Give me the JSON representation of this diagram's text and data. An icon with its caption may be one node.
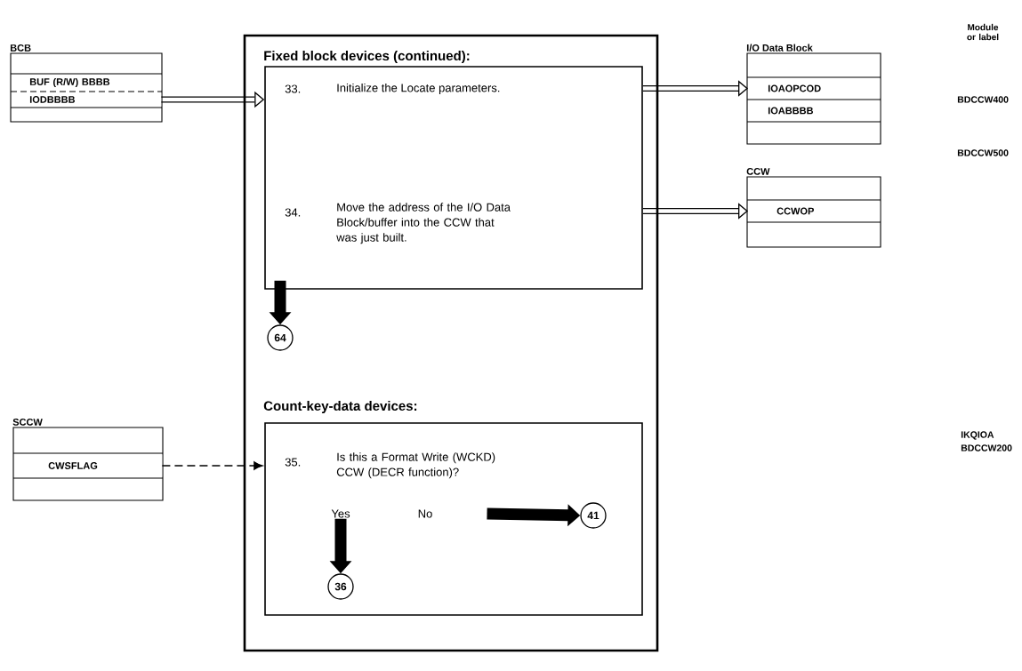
{
  "diagram": {
    "nodes": [
      {
        "text": [
          "BCB"
        ]
      },
      {
        "text": [
          "BUF (R/W) BBBB"
        ],
        "in": 0
      },
      {
        "text": [
          "IODBBBB"
        ],
        "in": 0
      },
      {
        "text": [],
        "shape": "box"
      },
      {
        "text": [
          "Fixed block devices (continued):",
          "33.",
          "Initialize the Locate parameters.",
          "34.",
          "Move the address of the I/O Data Block/buffer into the CCW that was just built."
        ],
        "in": 3
      },
      {
        "text": [
          "64"
        ],
        "in": 3
      },
      {
        "text": [
          "Count-key-data devices:",
          "35.",
          "Is this a Format Write (WCKD) CCW (DECR function)?"
        ],
        "in": 3
      },
      {
        "text": [
          "Yes"
        ],
        "in": 6
      },
      {
        "text": [
          "No"
        ],
        "in": 6
      },
      {
        "text": [
          "41"
        ],
        "in": 6
      },
      {
        "text": [
          "36"
        ],
        "in": 6
      },
      {
        "text": [
          "I/O Data Block"
        ]
      },
      {
        "text": [
          "IOAOPCOD"
        ],
        "in": 11
      },
      {
        "text": [
          "IOABBBB"
        ],
        "in": 11
      },
      {
        "text": [
          "CCW"
        ]
      },
      {
        "text": [
          "CCWOP"
        ],
        "in": 14
      },
      {
        "text": [
          "SCCW"
        ]
      },
      {
        "text": [
          "CWSFLAG"
        ],
        "in": 16
      }
    ],
    "edges": [
      {
        "from": 2,
        "to": 4,
        "arrow": "to"
      },
      {
        "from": 4,
        "to": 12,
        "arrow": "to"
      },
      {
        "from": 4,
        "to": 15,
        "arrow": "to"
      },
      {
        "from": 4,
        "to": 5,
        "arrow": "to",
        "style": "thick"
      },
      {
        "from": 17,
        "to": 6,
        "arrow": "to",
        "style": "dashed"
      },
      {
        "from": 8,
        "to": 9,
        "arrow": "to",
        "style": "thick"
      },
      {
        "from": 7,
        "to": 10,
        "arrow": "to",
        "style": "thick"
      }
    ],
    "labels": [
      "Module or label",
      "BDCCW400",
      "BDCCW500",
      "IKQIOA",
      "BDCCW200"
    ]
  }
}
